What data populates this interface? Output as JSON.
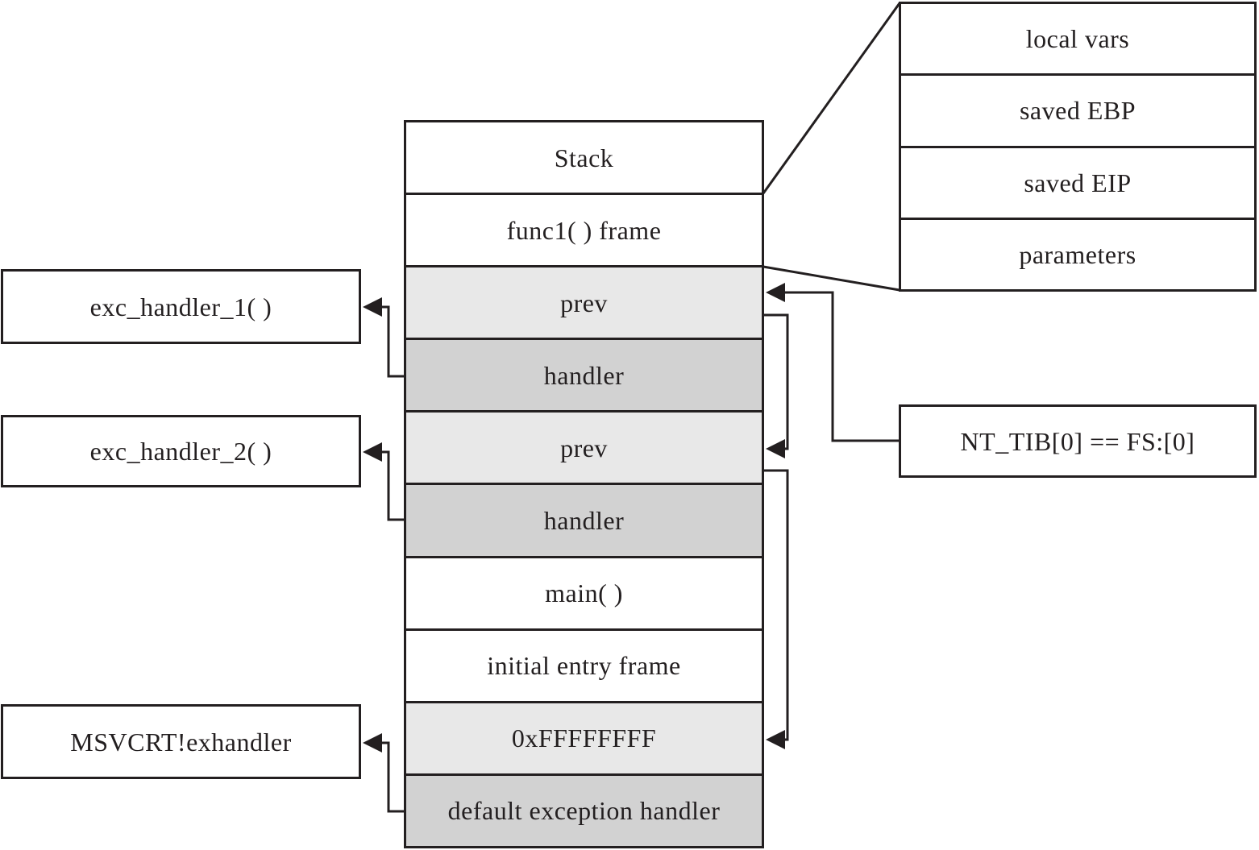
{
  "stack": {
    "rows": [
      {
        "label": "Stack",
        "shade": "white"
      },
      {
        "label": "func1( ) frame",
        "shade": "white"
      },
      {
        "label": "prev",
        "shade": "light"
      },
      {
        "label": "handler",
        "shade": "mid"
      },
      {
        "label": "prev",
        "shade": "light"
      },
      {
        "label": "handler",
        "shade": "mid"
      },
      {
        "label": "main( )",
        "shade": "white"
      },
      {
        "label": "initial entry frame",
        "shade": "white"
      },
      {
        "label": "0xFFFFFFFF",
        "shade": "light"
      },
      {
        "label": "default exception handler",
        "shade": "mid"
      }
    ]
  },
  "handlers": [
    {
      "label": "exc_handler_1( )"
    },
    {
      "label": "exc_handler_2( )"
    },
    {
      "label": "MSVCRT!exhandler"
    }
  ],
  "frame_detail": {
    "rows": [
      {
        "label": "local vars"
      },
      {
        "label": "saved EBP"
      },
      {
        "label": "saved EIP"
      },
      {
        "label": "parameters"
      }
    ]
  },
  "tib": {
    "label": "NT_TIB[0] == FS:[0]"
  },
  "colors": {
    "row_light": "#e8e8e8",
    "row_mid": "#d2d2d2",
    "line": "#231f20",
    "background": "#ffffff"
  }
}
